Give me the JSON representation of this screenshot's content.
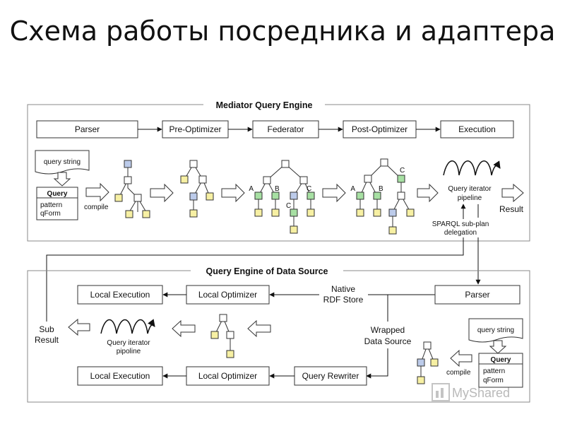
{
  "slide": {
    "title": "Схема работы посредника и адаптера"
  },
  "mediator": {
    "title": "Mediator Query Engine",
    "stages": [
      "Parser",
      "Pre-Optimizer",
      "Federator",
      "Post-Optimizer",
      "Execution"
    ],
    "query_string": "query string",
    "query_box": {
      "header": "Query",
      "lines": [
        "pattern",
        "qForm"
      ]
    },
    "compile": "compile",
    "pipeline": [
      "Query iterator",
      "pipeline"
    ],
    "result": "Result",
    "delegation": [
      "SPARQL sub-plan",
      "delegation"
    ],
    "node_labels": {
      "a": "A",
      "b": "B",
      "c": "C"
    }
  },
  "datasource": {
    "title": "Query Engine of Data Source",
    "local_execution_top": "Local Execution",
    "local_optimizer_top": "Local Optimizer",
    "native_store": [
      "Native",
      "RDF Store"
    ],
    "parser": "Parser",
    "sub_result": [
      "Sub",
      "Result"
    ],
    "pipeline": [
      "Query iterator",
      "pipoline"
    ],
    "wrapped": [
      "Wrapped",
      "Data Source"
    ],
    "query_string": "query string",
    "query_box": {
      "header": "Query",
      "lines": [
        "pattern",
        "qForm"
      ]
    },
    "compile": "compile",
    "local_execution_bottom": "Local Execution",
    "local_optimizer_bottom": "Local Optimizer",
    "query_rewriter": "Query Rewriter"
  },
  "watermark": "MyShared",
  "colors": {
    "node_plain": "#ffffff",
    "node_yellow": "#f7f0a3",
    "node_blue": "#bccbea",
    "node_green": "#a7e0a3"
  }
}
